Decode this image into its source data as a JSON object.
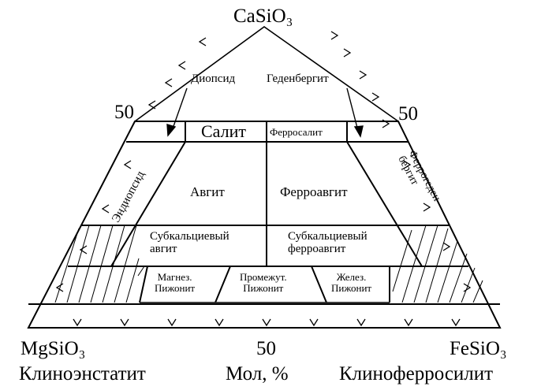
{
  "vertices": {
    "top": "CaSiO₃",
    "left": "MgSiO₃",
    "right": "FeSiO₃"
  },
  "axis": {
    "bottom_mid": "50",
    "left_side_mid": "50",
    "right_side_mid": "50",
    "unit": "Мол, %"
  },
  "end_members": {
    "left": "Клиноэнстатит",
    "right": "Клиноферросилит"
  },
  "apex_labels": {
    "diopside": "Диопсид",
    "hedenbergite": "Геденбергит"
  },
  "fields": {
    "salite": "Салит",
    "ferrosalite": "Ферросалит",
    "augite": "Авгит",
    "ferroaugite": "Ферроавгит",
    "endiopside": "Эндиопсид",
    "ferrohedenbergite_1": "Феррогеден-",
    "ferrohedenbergite_2": "бергит",
    "subcalcic_augite_1": "Субкальциевый",
    "subcalcic_augite_2": "авгит",
    "subcalcic_ferroaugite_1": "Субкальциевый",
    "subcalcic_ferroaugite_2": "ферроавгит",
    "mg_pigeonite_1": "Магнез.",
    "mg_pigeonite_2": "Пижонит",
    "int_pigeonite_1": "Промежут.",
    "int_pigeonite_2": "Пижонит",
    "fe_pigeonite_1": "Желез.",
    "fe_pigeonite_2": "Пижонит"
  }
}
